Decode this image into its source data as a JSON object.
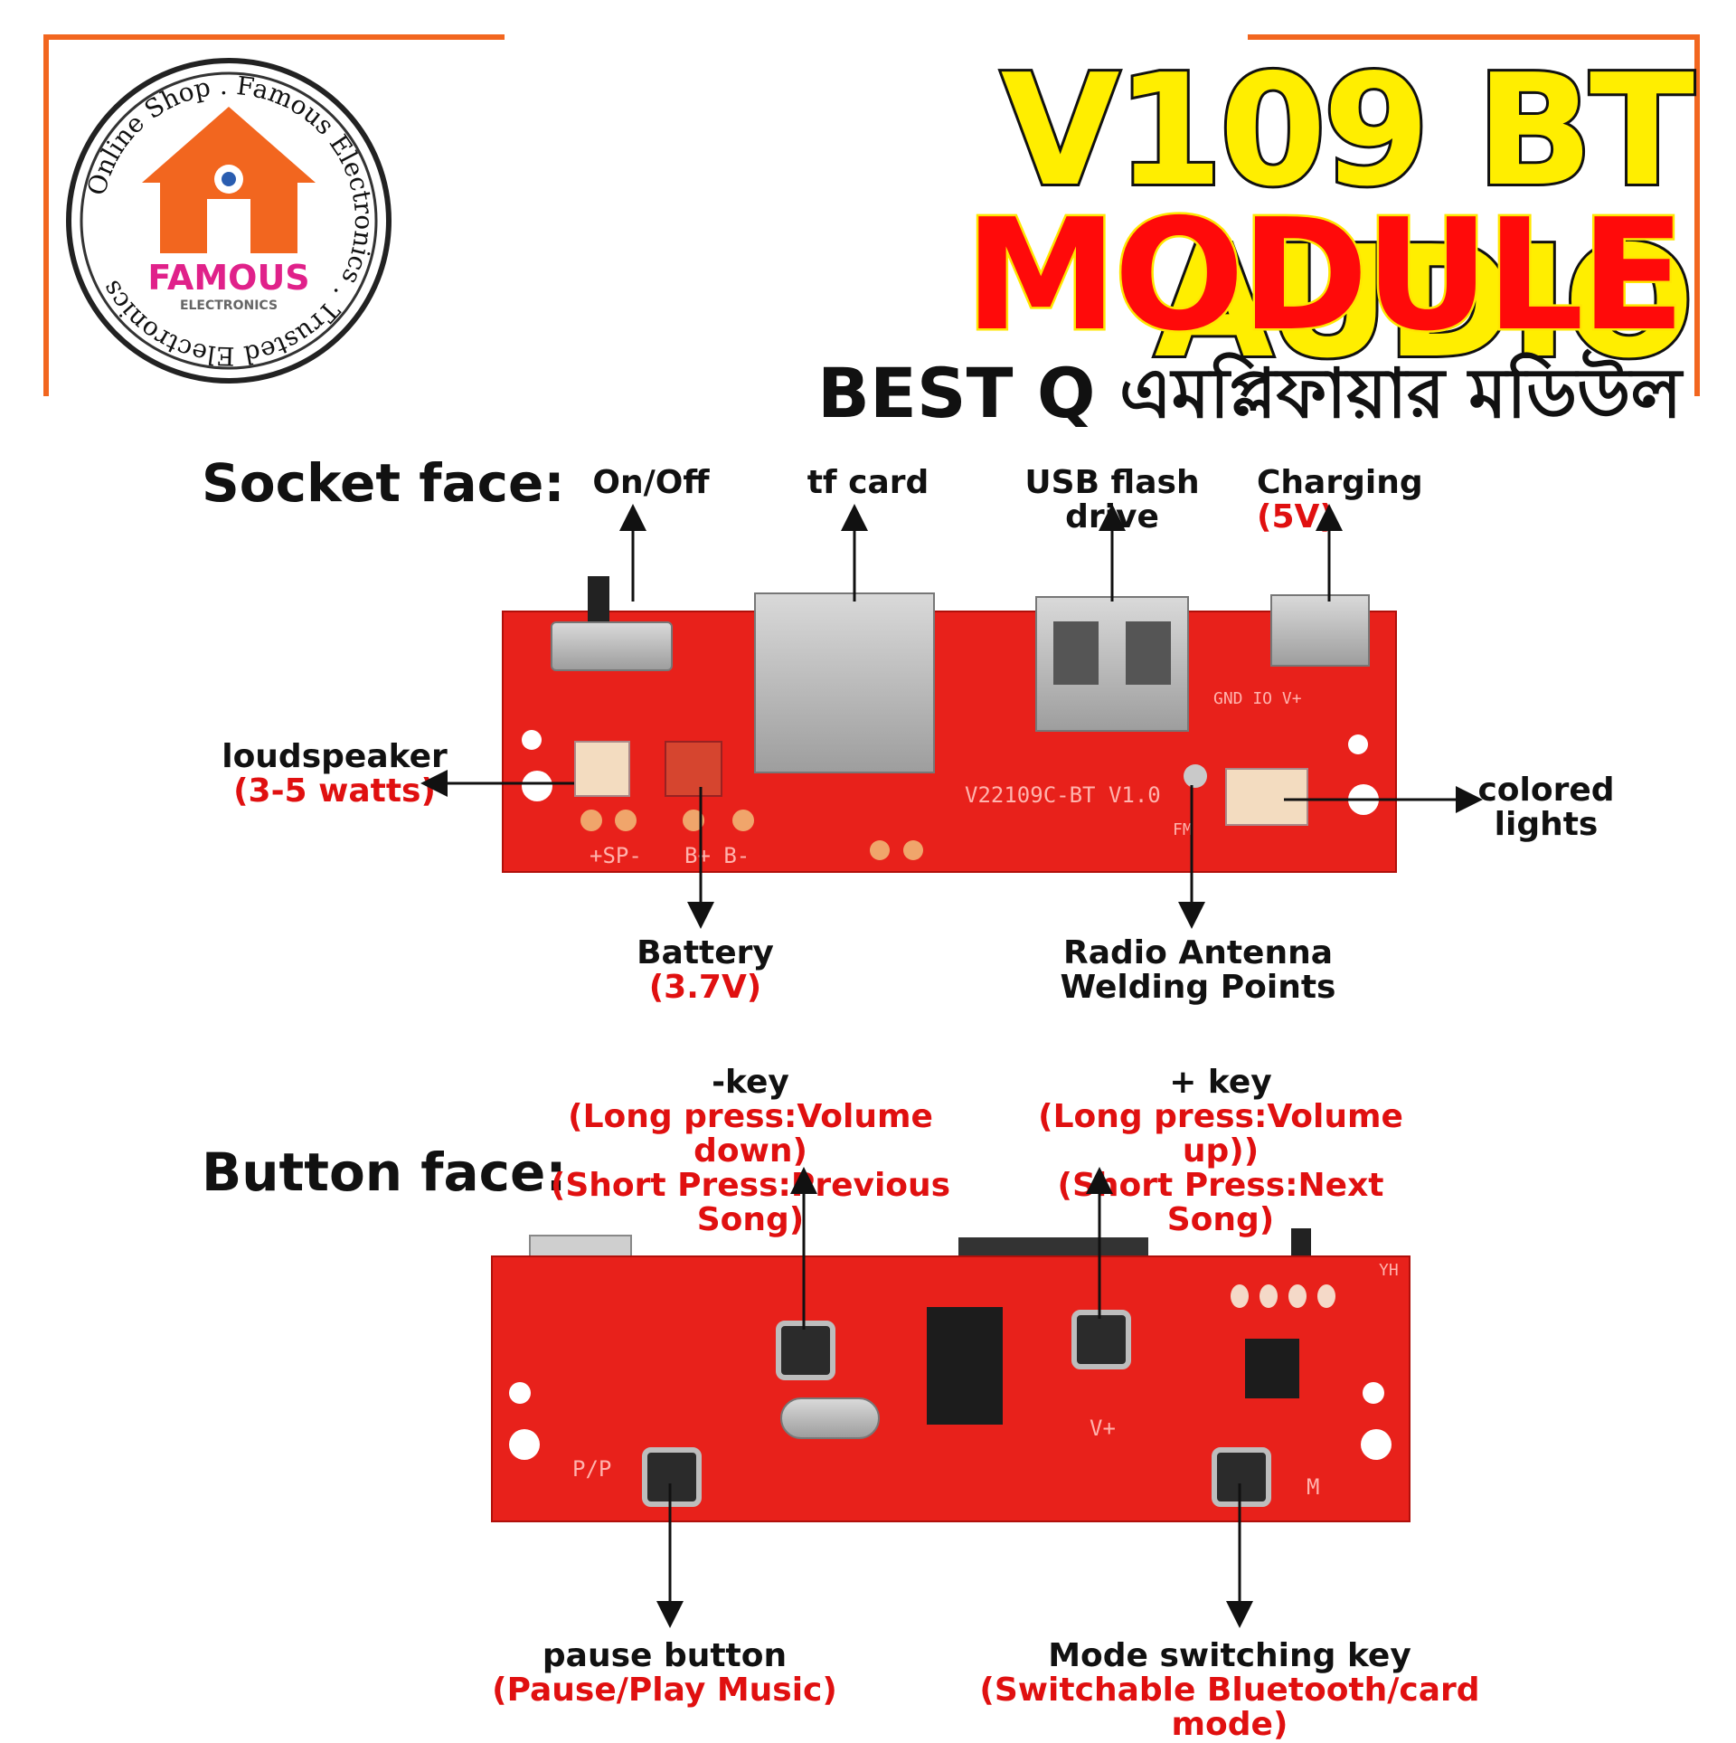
{
  "header": {
    "title_line1": "V109 BT AUDIO",
    "title_line2": "MODULE",
    "title_line3": "BEST Q এমপ্লিফায়ার মডিউল",
    "title_color_yellow": "#ffee00",
    "title_color_red": "#ff0a0a",
    "frame_color": "#f2661f"
  },
  "logo": {
    "ring_text": "Online Shop . Famous Electronics . Trusted Electronics",
    "brand": "FAMOUS",
    "sub": "ELECTRONICS"
  },
  "socket_face": {
    "label": "Socket face:",
    "on_off": "On/Off",
    "tf_card": "tf card",
    "usb": "USB flash drive",
    "charging": "Charging",
    "charging_value": "(5V)",
    "speaker": "loudspeaker",
    "speaker_value": "(3-5 watts)",
    "lights_1": "colored",
    "lights_2": "lights",
    "battery": "Battery",
    "battery_value": "(3.7V)",
    "antenna_1": "Radio Antenna",
    "antenna_2": "Welding Points",
    "silk_board": "V22109C-BT V1.0",
    "silk_sp": "+SP-",
    "silk_bat": "B+ B-",
    "silk_gnd": "GND IO V+",
    "silk_fm": "FM"
  },
  "button_face": {
    "label": "Button face:",
    "minus_key": "-key",
    "minus_long": "(Long press:Volume down)",
    "minus_short": "(Short Press:Previous Song)",
    "plus_key": "+ key",
    "plus_long": "(Long press:Volume up))",
    "plus_short": "(Short Press:Next Song)",
    "pause": "pause button",
    "pause_value": "(Pause/Play Music)",
    "mode": "Mode switching key",
    "mode_value": "(Switchable Bluetooth/card mode)",
    "silk_pp": "P/P",
    "silk_m": "M",
    "silk_v": "V+",
    "silk_yh": "YH"
  },
  "colors": {
    "pcb": "#e8211b",
    "label_red": "#e01010"
  }
}
